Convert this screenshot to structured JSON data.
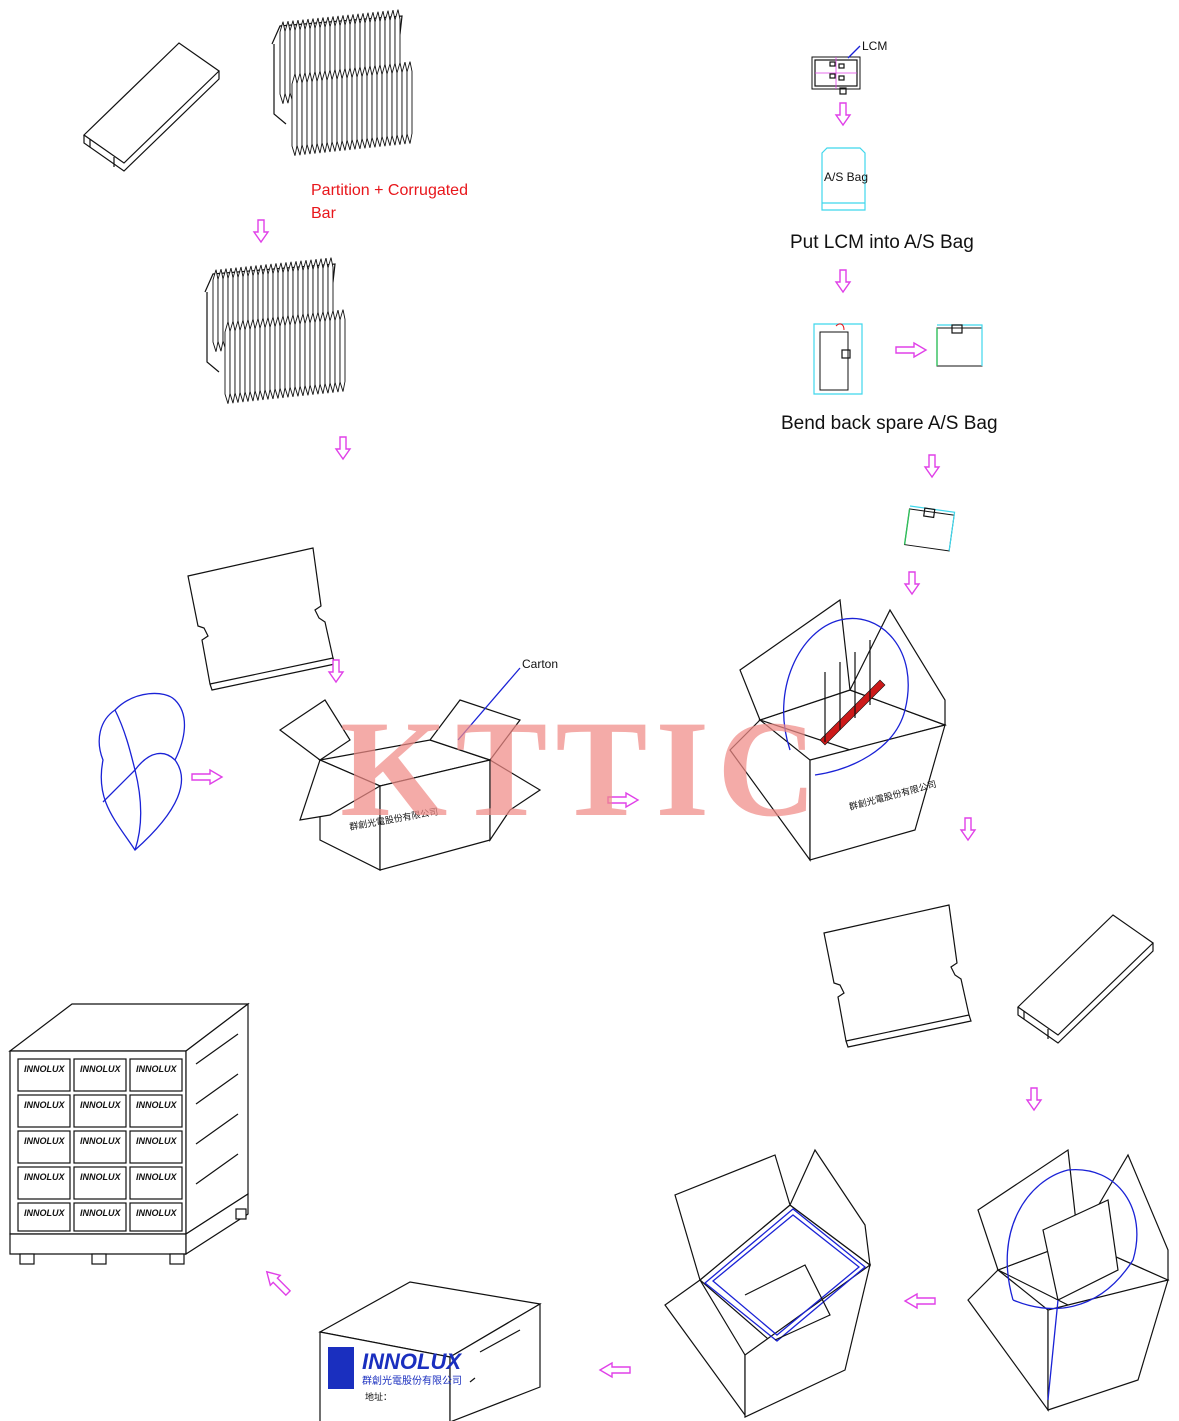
{
  "labels": {
    "partition": "Partition + Corrugated",
    "partition_2": "Bar",
    "lcm": "LCM",
    "as_bag": "A/S Bag",
    "put_lcm": "Put LCM into A/S Bag",
    "bend_back": "Bend back spare A/S Bag",
    "carton": "Carton",
    "watermark": "KTTIC"
  },
  "brand": {
    "name": "INNOLUX",
    "chinese": "群創光電股份有限公司"
  },
  "colors": {
    "arrow": "#e040e8",
    "bag": "#1a22d6",
    "label_red": "#e8161b",
    "watermark": "#f08a86",
    "as_bag_outline": "#3fd7ec"
  }
}
